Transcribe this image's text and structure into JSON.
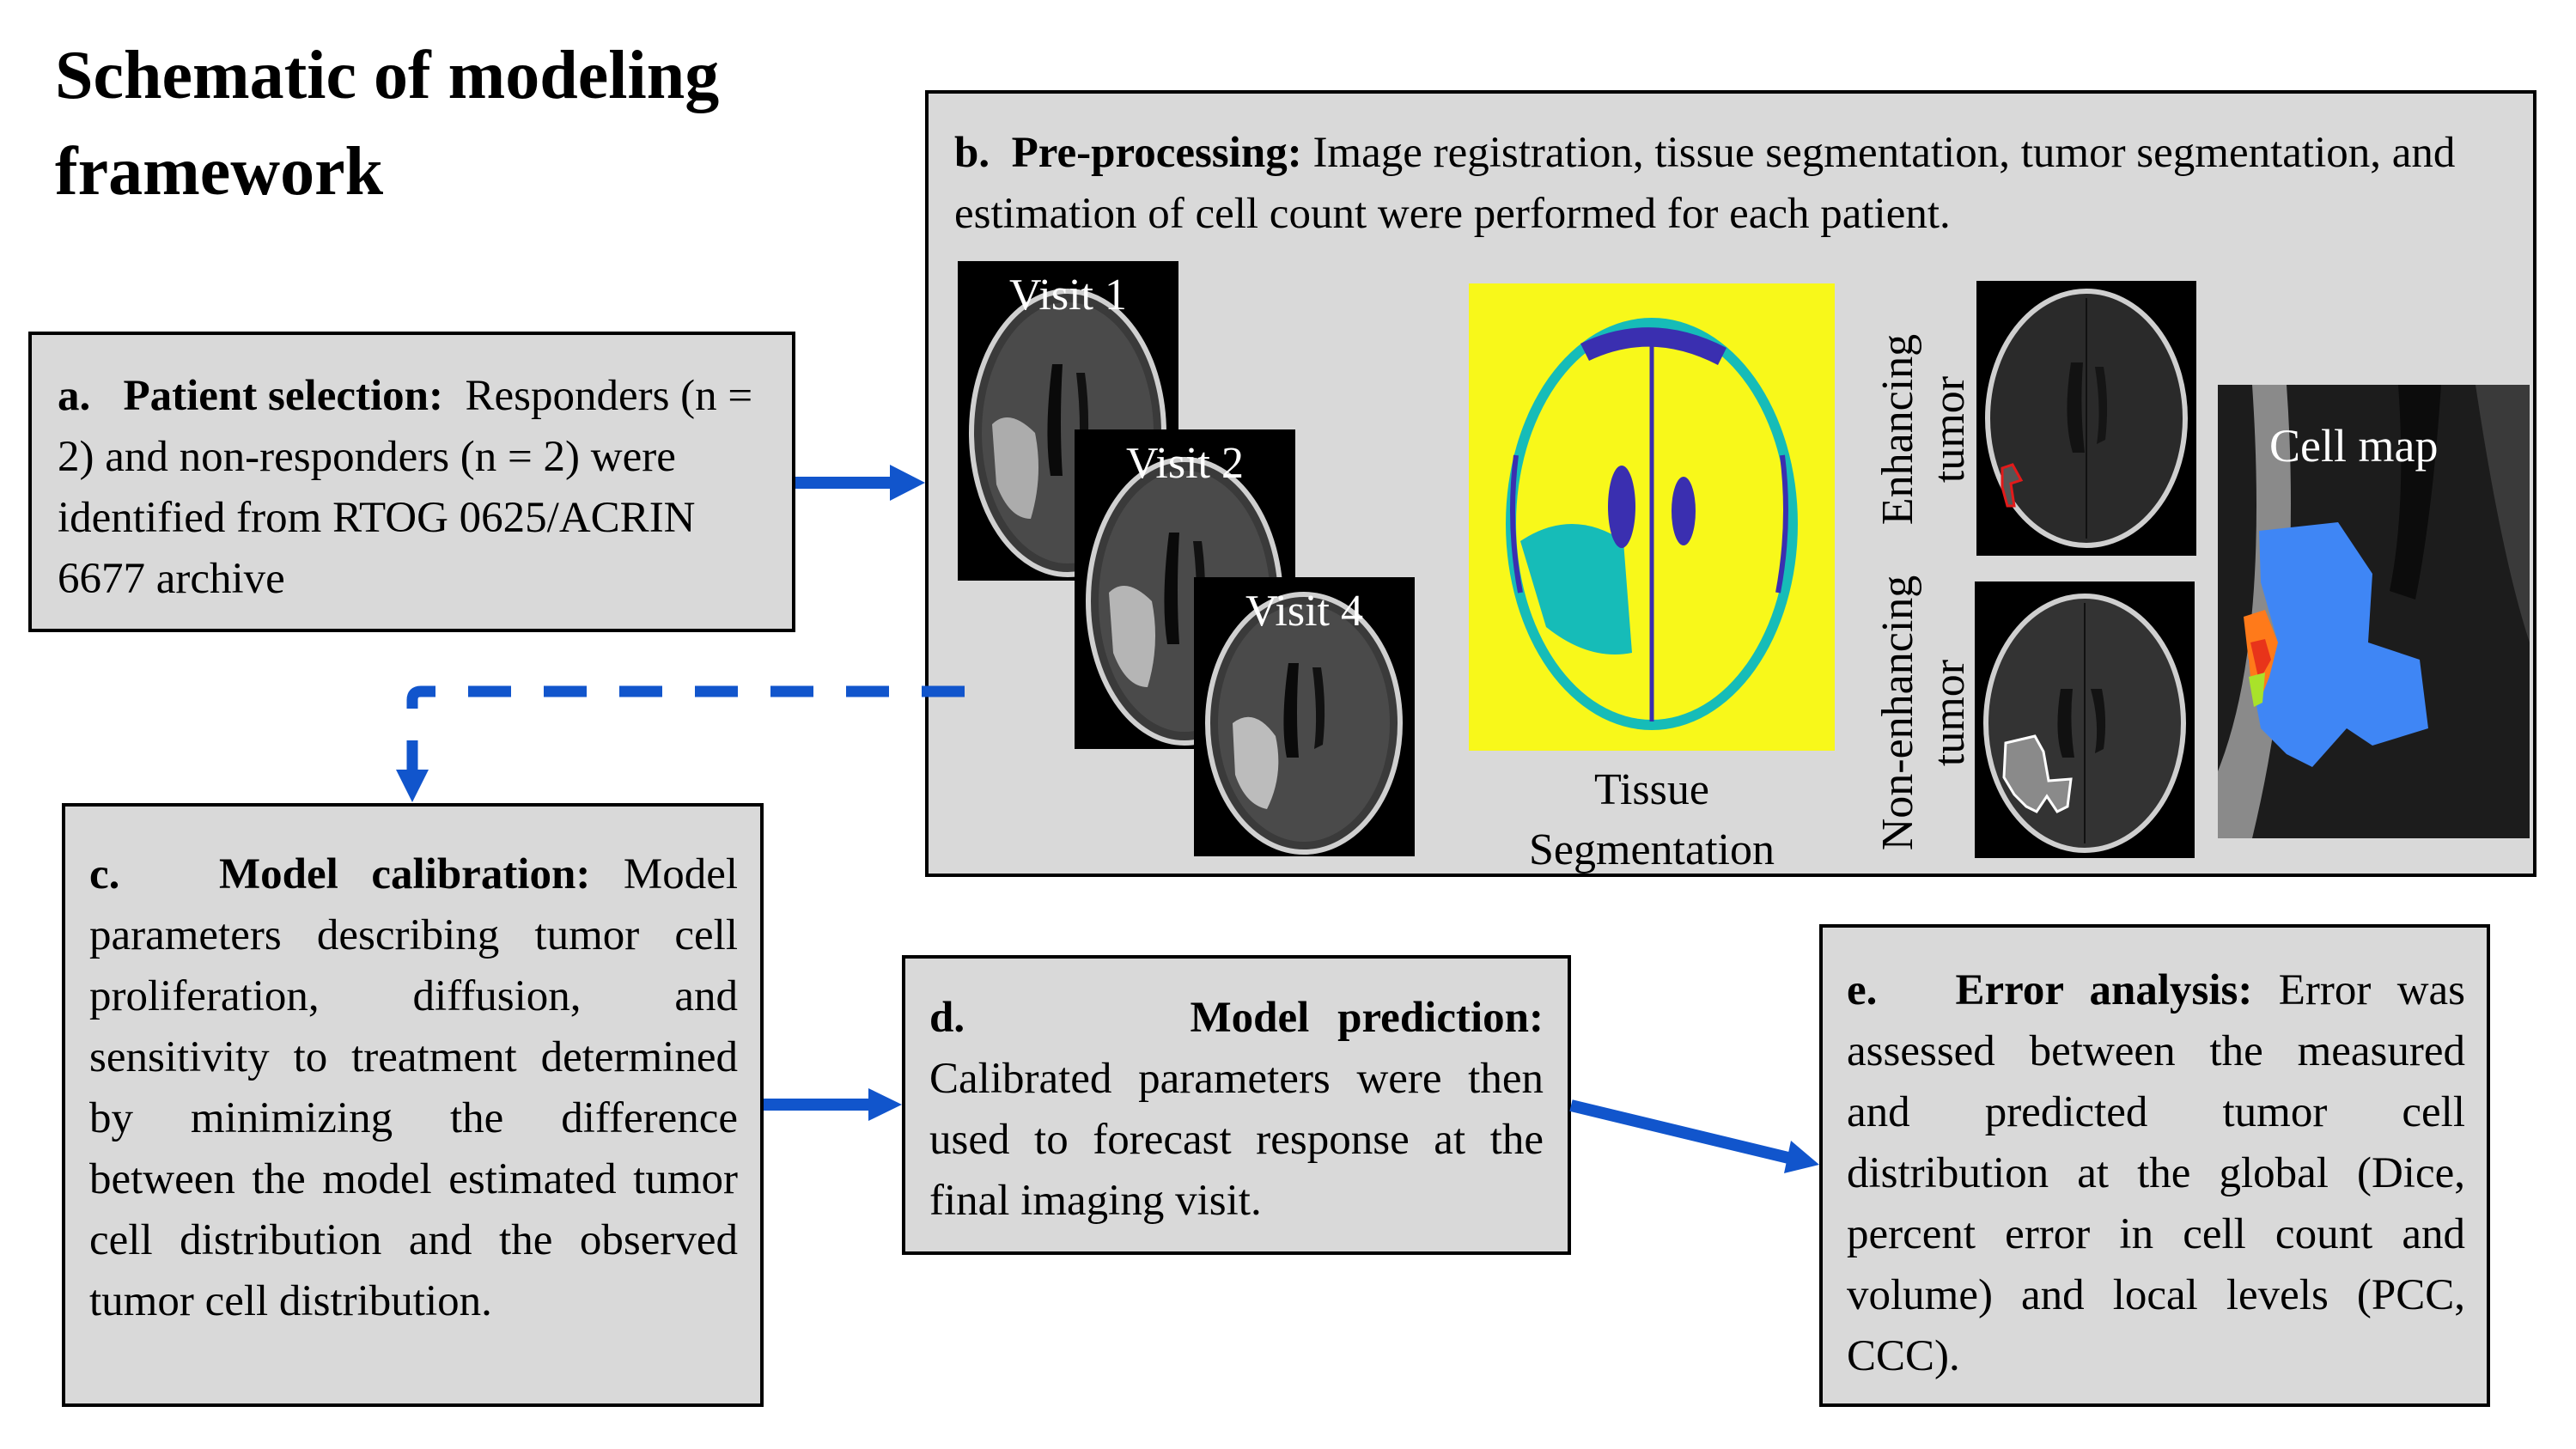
{
  "title": "Schematic of modeling framework",
  "colors": {
    "arrow": "#1155cc",
    "box_fill": "#d9d9d9",
    "seg_background": "#f8f81a",
    "seg_csf": "#3a2fb0",
    "seg_gray_matter": "#16bcb8",
    "cell_map_blue": "#3f86f5",
    "enhancing_contour": "#e21a1a",
    "nonenhancing_contour": "#ffffff"
  },
  "boxes": {
    "a": {
      "letter": "a.",
      "heading": "Patient selection:",
      "body": "Responders (n = 2) and non-responders (n = 2) were identified from RTOG 0625/ACRIN 6677 archive"
    },
    "b": {
      "letter": "b.",
      "heading": "Pre-processing:",
      "body": "Image registration, tissue segmentation, tumor segmentation, and estimation of cell count were performed for each patient.",
      "visits": [
        "Visit 1",
        "Visit 2",
        "Visit 4"
      ],
      "tissue_label_line1": "Tissue",
      "tissue_label_line2": "Segmentation",
      "enhancing_label_line1": "Enhancing",
      "enhancing_label_line2": "tumor",
      "nonenhancing_label_line1": "Non-enhancing",
      "nonenhancing_label_line2": "tumor",
      "cell_map_label": "Cell map"
    },
    "c": {
      "letter": "c.",
      "heading": "Model calibration:",
      "body": "Model parameters describing tumor cell proliferation, diffusion, and sensitivity to treatment determined by minimizing the difference between the model estimated tumor cell distribution and the observed tumor cell distribution."
    },
    "d": {
      "letter": "d.",
      "heading": "Model prediction:",
      "body": "Calibrated parameters were then used to forecast response at the final imaging visit."
    },
    "e": {
      "letter": "e.",
      "heading": "Error analysis:",
      "body": "Error was assessed between the measured and predicted tumor cell distribution at the global (Dice, percent error in cell count and volume) and local levels (PCC, CCC)."
    }
  }
}
